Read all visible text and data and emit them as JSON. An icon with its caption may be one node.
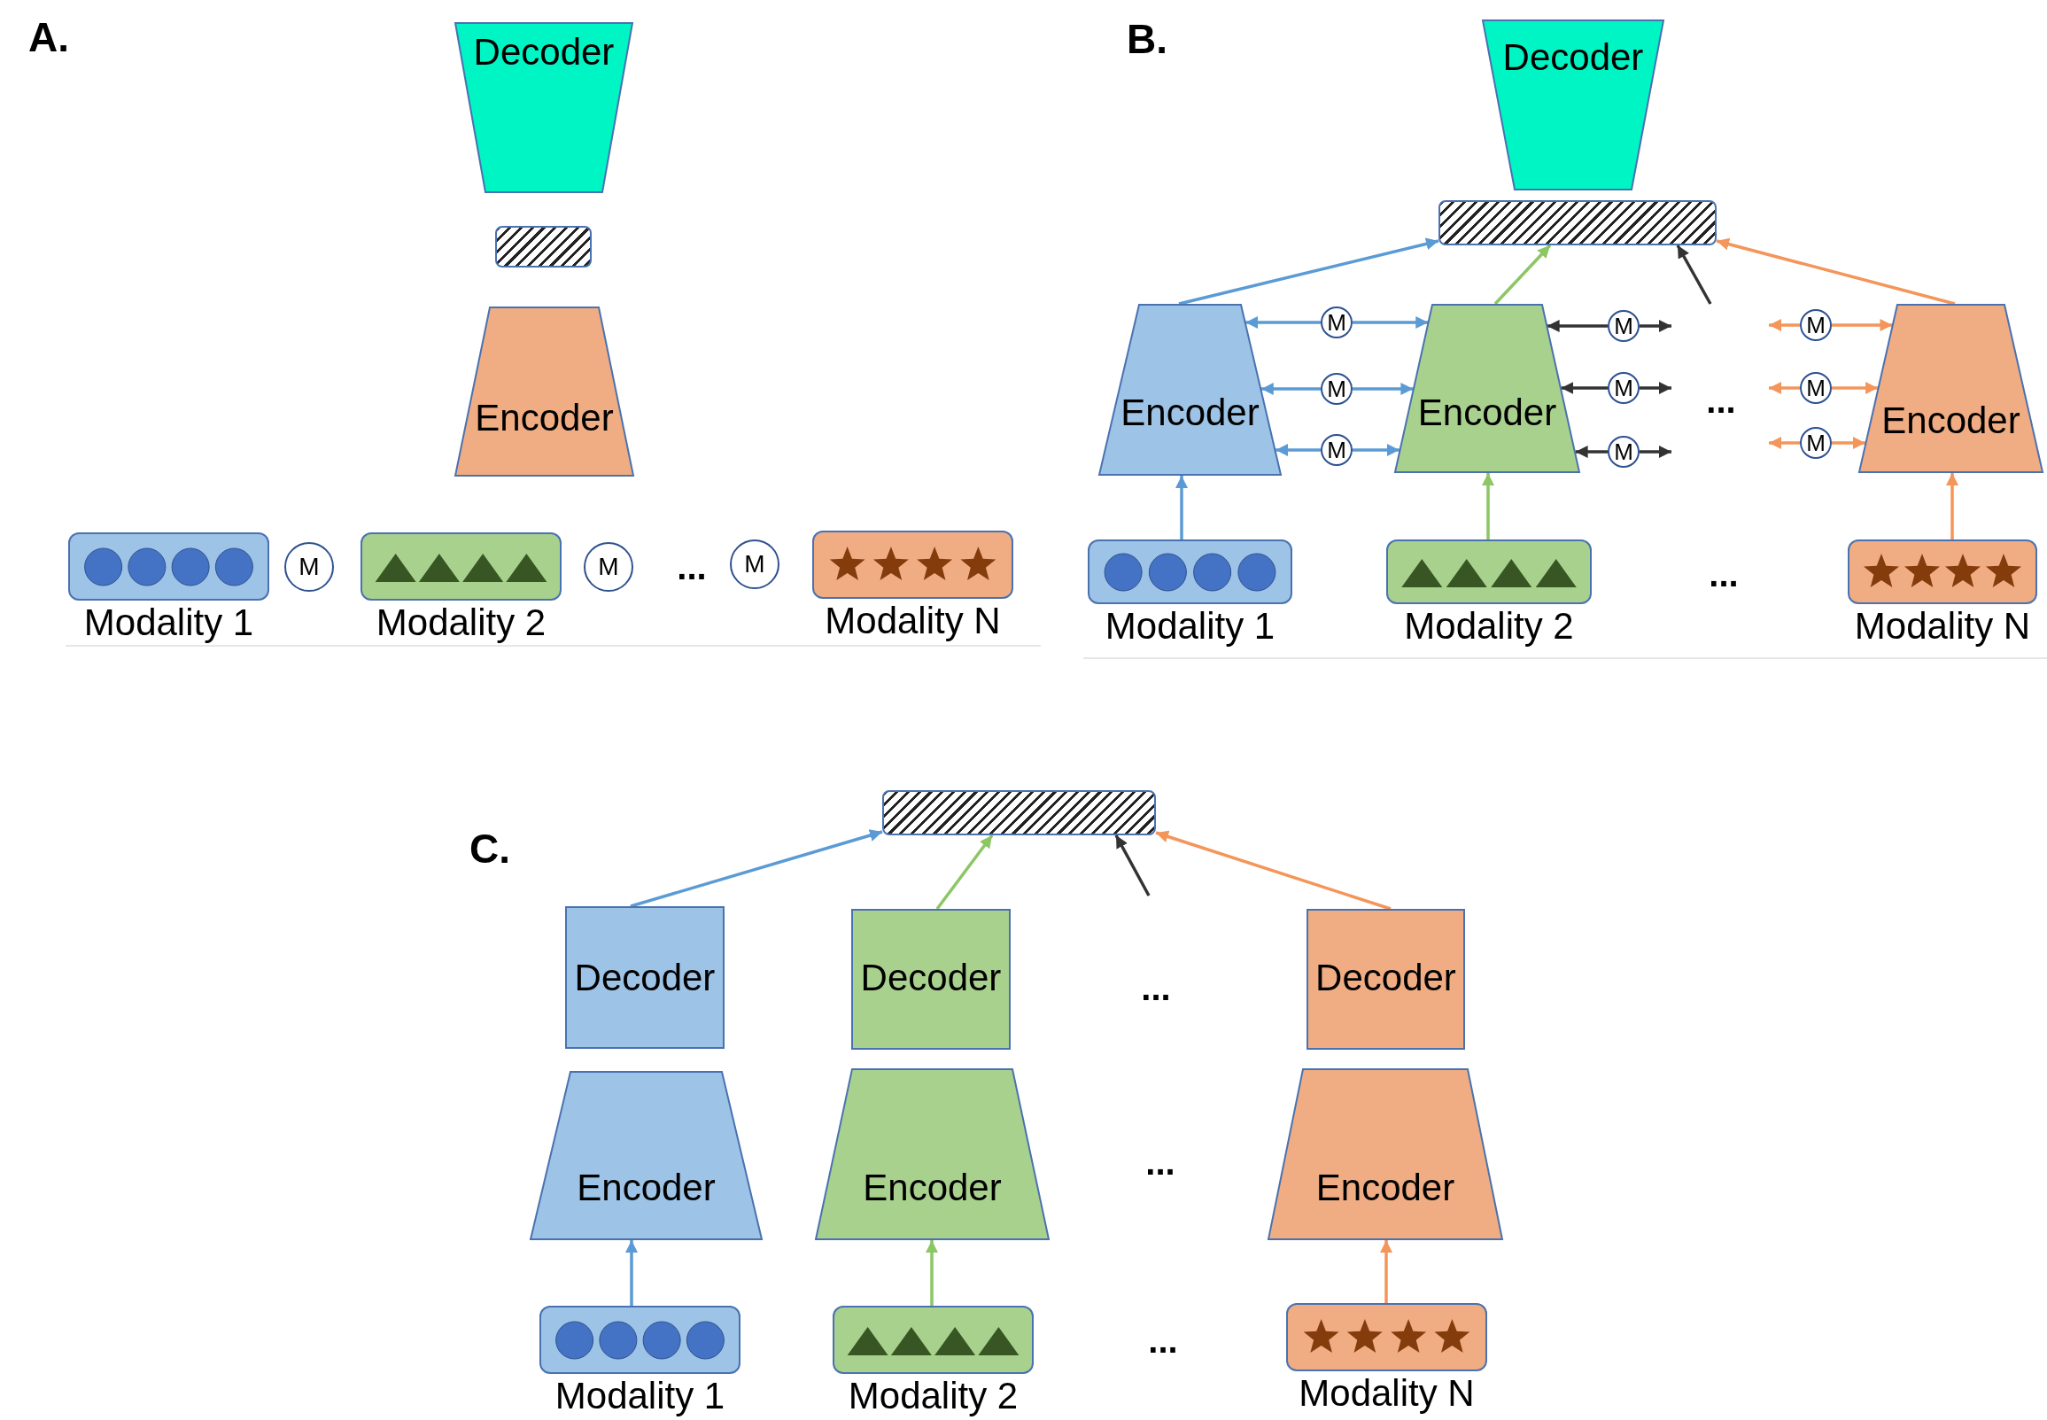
{
  "diagram": {
    "nodes": [
      {
        "text": [
          "Decoder"
        ]
      },
      {
        "text": [],
        "shape": "bar"
      },
      {
        "text": [
          "Encoder"
        ]
      },
      {
        "text": [
          "Modality 1"
        ]
      },
      {
        "text": [
          "M"
        ]
      },
      {
        "text": [
          "Modality 2"
        ]
      },
      {
        "text": [
          "M"
        ]
      },
      {
        "text": [
          "M"
        ]
      },
      {
        "text": [
          "Modality N"
        ]
      },
      {
        "text": [
          "Decoder"
        ]
      },
      {
        "text": [],
        "shape": "bar"
      },
      {
        "text": [
          "Encoder"
        ]
      },
      {
        "text": [
          "M"
        ]
      },
      {
        "text": [
          "M"
        ]
      },
      {
        "text": [
          "M"
        ]
      },
      {
        "text": [
          "Encoder"
        ]
      },
      {
        "text": [
          "M"
        ]
      },
      {
        "text": [
          "M"
        ]
      },
      {
        "text": [
          "M"
        ]
      },
      {
        "text": [
          "M"
        ]
      },
      {
        "text": [
          "M"
        ]
      },
      {
        "text": [
          "M"
        ]
      },
      {
        "text": [
          "Encoder"
        ]
      },
      {
        "text": [
          "Modality 1"
        ]
      },
      {
        "text": [
          "Modality 2"
        ]
      },
      {
        "text": [
          "Modality N"
        ]
      },
      {
        "text": [],
        "shape": "bar"
      },
      {
        "text": [
          "Decoder"
        ]
      },
      {
        "text": [
          "Decoder"
        ]
      },
      {
        "text": [
          "Decoder"
        ]
      },
      {
        "text": [
          "Encoder"
        ]
      },
      {
        "text": [
          "Encoder"
        ]
      },
      {
        "text": [
          "Encoder"
        ]
      },
      {
        "text": [
          "Modality 1"
        ]
      },
      {
        "text": [
          "Modality 2"
        ]
      },
      {
        "text": [
          "Modality N"
        ]
      }
    ],
    "edges": [
      {
        "from": 23,
        "to": 11,
        "arrow": "to"
      },
      {
        "from": 24,
        "to": 15,
        "arrow": "to",
        "color": "#8cc665"
      },
      {
        "from": 25,
        "to": 22,
        "arrow": "to",
        "color": "#f4955a"
      },
      {
        "from": 11,
        "to": 10,
        "arrow": "to"
      },
      {
        "from": 15,
        "to": 10,
        "arrow": "to",
        "color": "#8cc665"
      },
      {
        "from": null,
        "to": 10,
        "arrow": "to",
        "color": "#333333"
      },
      {
        "from": 22,
        "to": 10,
        "arrow": "to",
        "color": "#f4955a"
      },
      {
        "from": 12,
        "to": 11,
        "arrow": "to"
      },
      {
        "from": 12,
        "to": 15,
        "arrow": "to"
      },
      {
        "from": 13,
        "to": 11,
        "arrow": "to"
      },
      {
        "from": 13,
        "to": 15,
        "arrow": "to"
      },
      {
        "from": 14,
        "to": 11,
        "arrow": "to"
      },
      {
        "from": 14,
        "to": 15,
        "arrow": "to"
      },
      {
        "from": 16,
        "to": 15,
        "arrow": "to",
        "color": "#333333"
      },
      {
        "from": 16,
        "to": null,
        "arrow": "to",
        "color": "#333333"
      },
      {
        "from": 17,
        "to": 15,
        "arrow": "to",
        "color": "#333333"
      },
      {
        "from": 17,
        "to": null,
        "arrow": "to",
        "color": "#333333"
      },
      {
        "from": 18,
        "to": 15,
        "arrow": "to",
        "color": "#333333"
      },
      {
        "from": 18,
        "to": null,
        "arrow": "to",
        "color": "#333333"
      },
      {
        "from": 19,
        "to": null,
        "arrow": "to",
        "color": "#f4955a"
      },
      {
        "from": 19,
        "to": 22,
        "arrow": "to",
        "color": "#f4955a"
      },
      {
        "from": 20,
        "to": null,
        "arrow": "to",
        "color": "#f4955a"
      },
      {
        "from": 20,
        "to": 22,
        "arrow": "to",
        "color": "#f4955a"
      },
      {
        "from": 21,
        "to": null,
        "arrow": "to",
        "color": "#f4955a"
      },
      {
        "from": 21,
        "to": 22,
        "arrow": "to",
        "color": "#f4955a"
      },
      {
        "from": 33,
        "to": 30,
        "arrow": "to"
      },
      {
        "from": 34,
        "to": 31,
        "arrow": "to",
        "color": "#8cc665"
      },
      {
        "from": 35,
        "to": 32,
        "arrow": "to",
        "color": "#f4955a"
      },
      {
        "from": 27,
        "to": 26,
        "arrow": "to"
      },
      {
        "from": 28,
        "to": 26,
        "arrow": "to",
        "color": "#8cc665"
      },
      {
        "from": null,
        "to": 26,
        "arrow": "to",
        "color": "#333333"
      },
      {
        "from": 29,
        "to": 26,
        "arrow": "to",
        "color": "#f4955a"
      }
    ],
    "labels": [
      "A.",
      "B.",
      "...",
      "...",
      "...",
      "C.",
      "...",
      "...",
      "..."
    ]
  }
}
